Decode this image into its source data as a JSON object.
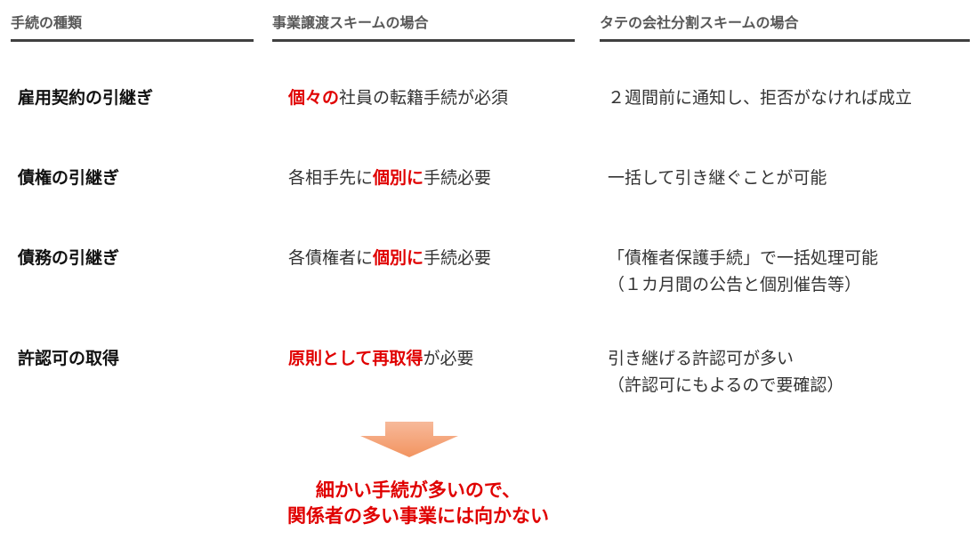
{
  "headers": [
    "手続の種類",
    "事業譲渡スキームの場合",
    "タテの会社分割スキームの場合"
  ],
  "rows": [
    {
      "label": "雇用契約の引継ぎ",
      "transfer": [
        {
          "t": "個々の",
          "em": true
        },
        {
          "t": "社員の転籍手続が必須",
          "em": false
        }
      ],
      "split": [
        "２週間前に通知し、拒否がなければ成立"
      ]
    },
    {
      "label": "債権の引継ぎ",
      "transfer": [
        {
          "t": "各相手先に",
          "em": false
        },
        {
          "t": "個別に",
          "em": true
        },
        {
          "t": "手続必要",
          "em": false
        }
      ],
      "split": [
        "一括して引き継ぐことが可能"
      ]
    },
    {
      "label": "債務の引継ぎ",
      "transfer": [
        {
          "t": "各債権者に",
          "em": false
        },
        {
          "t": "個別に",
          "em": true
        },
        {
          "t": "手続必要",
          "em": false
        }
      ],
      "split": [
        "「債権者保護手続」で一括処理可能",
        "（１カ月間の公告と個別催告等）"
      ]
    },
    {
      "label": "許認可の取得",
      "transfer": [
        {
          "t": "原則として再取得",
          "em": true
        },
        {
          "t": "が必要",
          "em": false
        }
      ],
      "split": [
        "引き継げる許認可が多い",
        "（許認可にもよるので要確認）"
      ]
    }
  ],
  "conclusion": [
    "細かい手続が多いので、",
    "関係者の多い事業には向かない"
  ],
  "colors": {
    "emphasis": "#e00000",
    "arrow": "#f4a47c"
  }
}
